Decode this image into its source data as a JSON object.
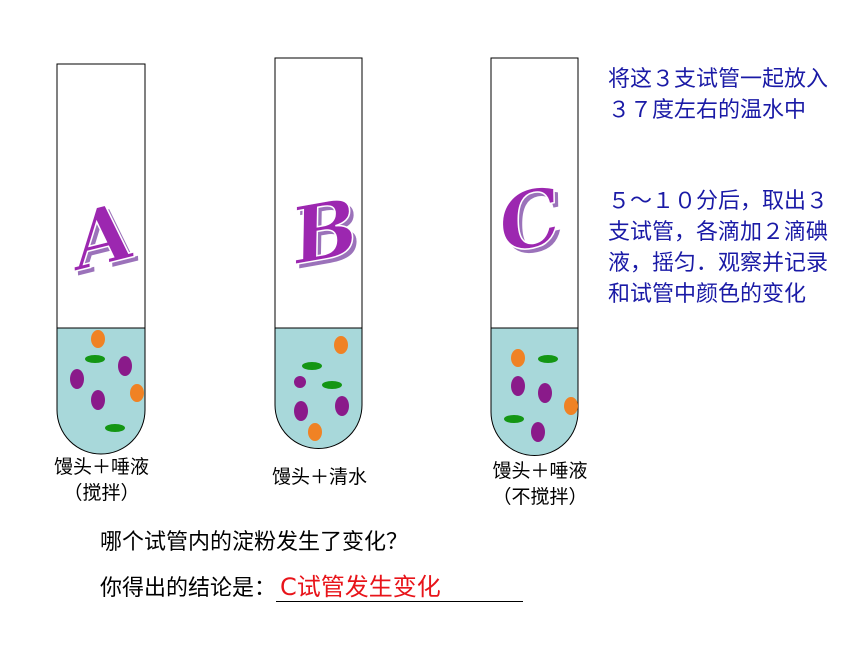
{
  "colors": {
    "solution": "#a8d8da",
    "tube_outline": "#000000",
    "letter_fill": "#9c27b0",
    "letter_shadow": "#4b0082",
    "particle_orange": "#f08224",
    "particle_purple": "#8a1a8a",
    "particle_green": "#149614",
    "instruction_text": "#1a1aa6",
    "answer_text": "#e8141a"
  },
  "tubes": [
    {
      "letter": "A",
      "caption_line1": "馒头＋唾液",
      "caption_line2": "（搅拌）"
    },
    {
      "letter": "B",
      "caption_line1": "馒头＋清水",
      "caption_line2": ""
    },
    {
      "letter": "C",
      "caption_line1": "馒头＋唾液",
      "caption_line2": "（不搅拌）"
    }
  ],
  "instructions": {
    "step1": "将这３支试管一起放入３７度左右的温水中",
    "step2": "５～１０分后，取出３支试管，各滴加２滴碘液，摇匀．观察并记录和试管中颜色的变化"
  },
  "question": {
    "text": "哪个试管内的淀粉发生了变化？",
    "conclusion_label": "你得出的结论是：",
    "conclusion_answer": "C试管发生变化"
  }
}
